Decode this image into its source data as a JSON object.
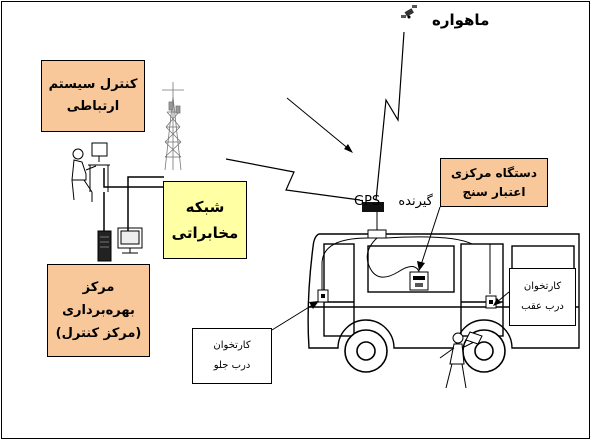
{
  "labels": {
    "satellite": "ماهواره",
    "gps_receiver_word": "گیرنده",
    "gps_receiver_gps": "GPS"
  },
  "boxes": {
    "comm_control": {
      "line1": "کنترل سیستم",
      "line2": "ارتباطی"
    },
    "network": {
      "line1": "شبکه",
      "line2": "مخابراتی"
    },
    "operations_center": {
      "line1": "مرکز",
      "line2": "بهره‌برداری",
      "line3": "(مرکز کنترل)"
    },
    "central_validator": {
      "line1": "دستگاه مرکزی",
      "line2": "اعتبار سنج"
    },
    "front_reader": {
      "line1": "کارتخوان",
      "line2": "درب جلو"
    },
    "rear_reader": {
      "line1": "کارتخوان",
      "line2": "درب عقب"
    }
  },
  "colors": {
    "orange_box": "#f9c89a",
    "yellow_box": "#ffffa3",
    "line": "#000000"
  }
}
